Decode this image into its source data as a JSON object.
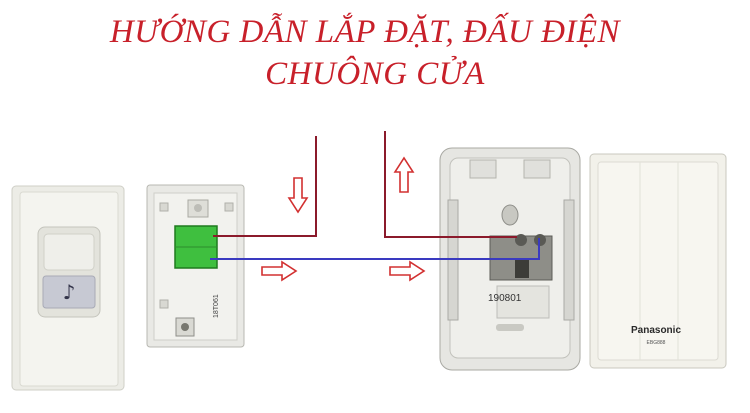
{
  "title": {
    "line1": "HƯỚNG DẪN LẮP ĐẶT, ĐẤU ĐIỆN",
    "line2": "CHUÔNG CỬA"
  },
  "labels": {
    "serial": "190801",
    "brand": "Panasonic",
    "model": "EBG888",
    "part_code": "18T061"
  },
  "icons": {
    "music_note": "♪"
  },
  "colors": {
    "title": "#c8202a",
    "wire_red": "#8b1a2b",
    "wire_blue": "#3a3ac0",
    "arrow_red": "#d23030",
    "terminal_green": "#3fbf3f"
  }
}
